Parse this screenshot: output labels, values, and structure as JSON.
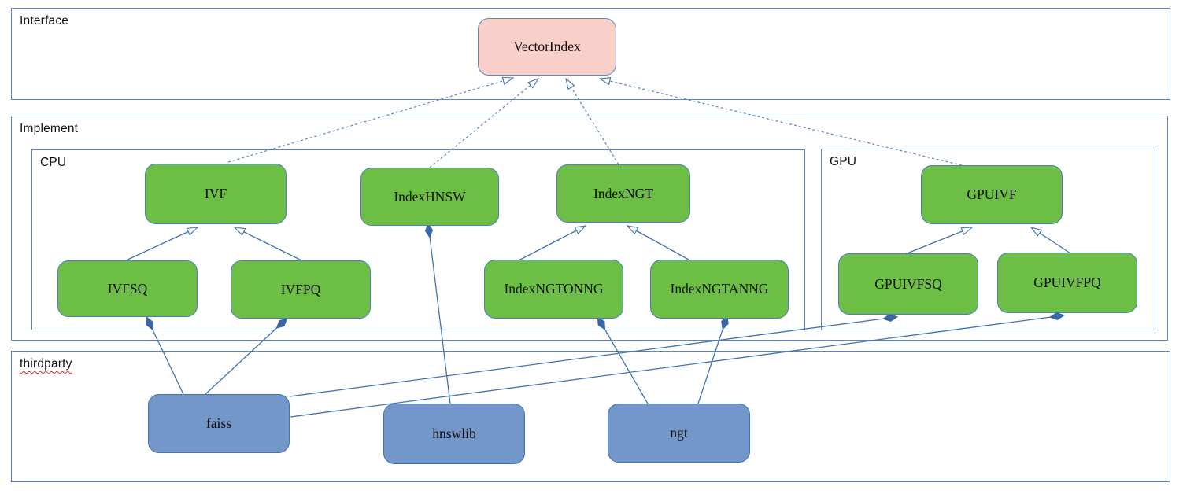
{
  "sections": {
    "interface": {
      "label": "Interface"
    },
    "implement": {
      "label": "Implement"
    },
    "cpu": {
      "label": "CPU"
    },
    "gpu": {
      "label": "GPU"
    },
    "thirdparty": {
      "label": "thirdparty"
    }
  },
  "nodes": {
    "vectorindex": {
      "label": "VectorIndex",
      "kind": "interface"
    },
    "ivf": {
      "label": "IVF",
      "kind": "cpu-implementation"
    },
    "indexhnsw": {
      "label": "IndexHNSW",
      "kind": "cpu-implementation"
    },
    "indexngt": {
      "label": "IndexNGT",
      "kind": "cpu-implementation"
    },
    "ivfsq": {
      "label": "IVFSQ",
      "kind": "cpu-implementation"
    },
    "ivfpq": {
      "label": "IVFPQ",
      "kind": "cpu-implementation"
    },
    "indexngtonng": {
      "label": "IndexNGTONNG",
      "kind": "cpu-implementation"
    },
    "indexngtanng": {
      "label": "IndexNGTANNG",
      "kind": "cpu-implementation"
    },
    "gpuivf": {
      "label": "GPUIVF",
      "kind": "gpu-implementation"
    },
    "gpuivfsq": {
      "label": "GPUIVFSQ",
      "kind": "gpu-implementation"
    },
    "gpuivfpq": {
      "label": "GPUIVFPQ",
      "kind": "gpu-implementation"
    },
    "faiss": {
      "label": "faiss",
      "kind": "thirdparty-library"
    },
    "hnswlib": {
      "label": "hnswlib",
      "kind": "thirdparty-library"
    },
    "ngt": {
      "label": "ngt",
      "kind": "thirdparty-library"
    }
  },
  "edges": [
    {
      "from": "IVF",
      "to": "VectorIndex",
      "relation": "realizes",
      "style": "dashed-hollow-arrow"
    },
    {
      "from": "IndexHNSW",
      "to": "VectorIndex",
      "relation": "realizes",
      "style": "dashed-hollow-arrow"
    },
    {
      "from": "IndexNGT",
      "to": "VectorIndex",
      "relation": "realizes",
      "style": "dashed-hollow-arrow"
    },
    {
      "from": "GPUIVF",
      "to": "VectorIndex",
      "relation": "realizes",
      "style": "dashed-hollow-arrow"
    },
    {
      "from": "IVFSQ",
      "to": "IVF",
      "relation": "extends",
      "style": "solid-hollow-arrow"
    },
    {
      "from": "IVFPQ",
      "to": "IVF",
      "relation": "extends",
      "style": "solid-hollow-arrow"
    },
    {
      "from": "IndexNGTONNG",
      "to": "IndexNGT",
      "relation": "extends",
      "style": "solid-hollow-arrow"
    },
    {
      "from": "IndexNGTANNG",
      "to": "IndexNGT",
      "relation": "extends",
      "style": "solid-hollow-arrow"
    },
    {
      "from": "GPUIVFSQ",
      "to": "GPUIVF",
      "relation": "extends",
      "style": "solid-hollow-arrow"
    },
    {
      "from": "GPUIVFPQ",
      "to": "GPUIVF",
      "relation": "extends",
      "style": "solid-hollow-arrow"
    },
    {
      "from": "IVFSQ",
      "to": "faiss",
      "relation": "composes",
      "style": "solid-filled-diamond"
    },
    {
      "from": "IVFPQ",
      "to": "faiss",
      "relation": "composes",
      "style": "solid-filled-diamond"
    },
    {
      "from": "IndexHNSW",
      "to": "hnswlib",
      "relation": "composes",
      "style": "solid-filled-diamond"
    },
    {
      "from": "IndexNGTONNG",
      "to": "ngt",
      "relation": "composes",
      "style": "solid-filled-diamond"
    },
    {
      "from": "IndexNGTANNG",
      "to": "ngt",
      "relation": "composes",
      "style": "solid-filled-diamond"
    },
    {
      "from": "GPUIVFSQ",
      "to": "faiss",
      "relation": "composes",
      "style": "solid-filled-diamond"
    },
    {
      "from": "GPUIVFPQ",
      "to": "faiss",
      "relation": "composes",
      "style": "solid-filled-diamond"
    }
  ],
  "colors": {
    "interface_node_fill": "#f9cfc9",
    "implementation_node_fill": "#6cbe45",
    "thirdparty_node_fill": "#7397c9",
    "section_border": "#5b87bd",
    "connector_line": "#4173b4",
    "diamond_fill": "#3a66a8",
    "squiggle_underline": "#e03226",
    "text": "#0f0f0f"
  }
}
